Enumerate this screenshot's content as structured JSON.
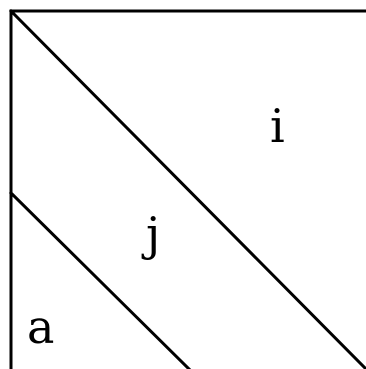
{
  "diagram": {
    "labels": {
      "upper": "i",
      "middle": "j",
      "lower": "a"
    },
    "colors": {
      "line": "#000000",
      "background": "#ffffff"
    }
  }
}
